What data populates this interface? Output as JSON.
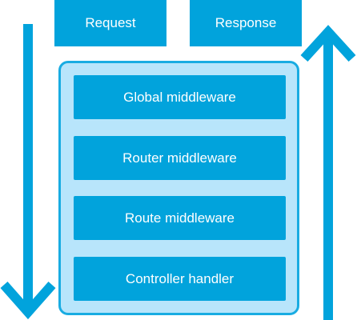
{
  "colors": {
    "primary": "#01a3dc",
    "panel_fill": "#b8e5fb",
    "panel_border": "#19ace2",
    "text": "#ffffff"
  },
  "request": {
    "label": "Request"
  },
  "response": {
    "label": "Response"
  },
  "stack": {
    "layers": [
      {
        "label": "Global middleware"
      },
      {
        "label": "Router middleware"
      },
      {
        "label": "Route middleware"
      },
      {
        "label": "Controller handler"
      }
    ]
  },
  "arrows": {
    "left": {
      "icon": "arrow-down-icon"
    },
    "right": {
      "icon": "arrow-up-icon"
    }
  }
}
